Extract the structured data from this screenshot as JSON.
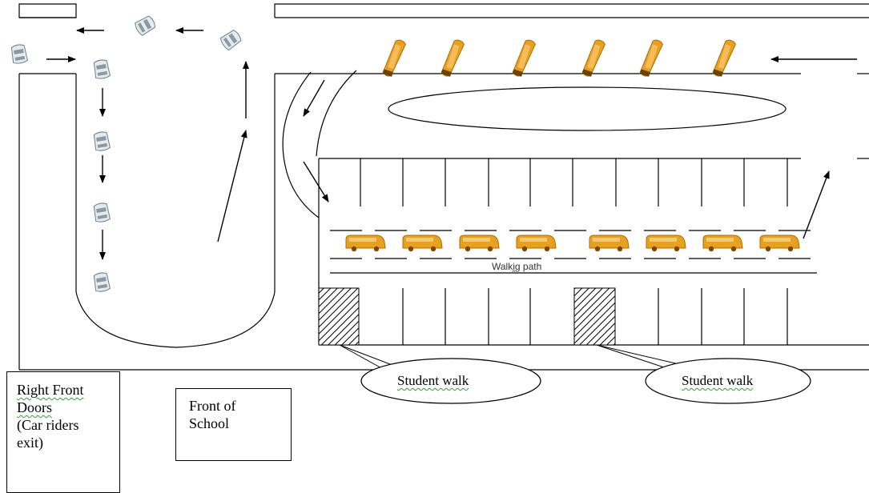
{
  "labels": {
    "right_front_doors_line1": "Right Front",
    "right_front_doors_line2": "Doors",
    "car_riders_line1": "(Car riders",
    "car_riders_line2": "exit)",
    "front_of_school_line1": "Front of",
    "front_of_school_line2": "School",
    "walking_path": "Walkḭg path",
    "student_walk_1": "Student walk",
    "student_walk_2": "Student walk"
  },
  "icons": {
    "car": "car-icon",
    "bus": "school-bus-icon",
    "arrow": "arrow-icon"
  },
  "colors": {
    "bus_orange": "#e8a020",
    "bus_dark": "#b06a00",
    "car_grey": "#8a9aa4",
    "line": "#000000",
    "squiggle_green": "#3a9a3a"
  }
}
